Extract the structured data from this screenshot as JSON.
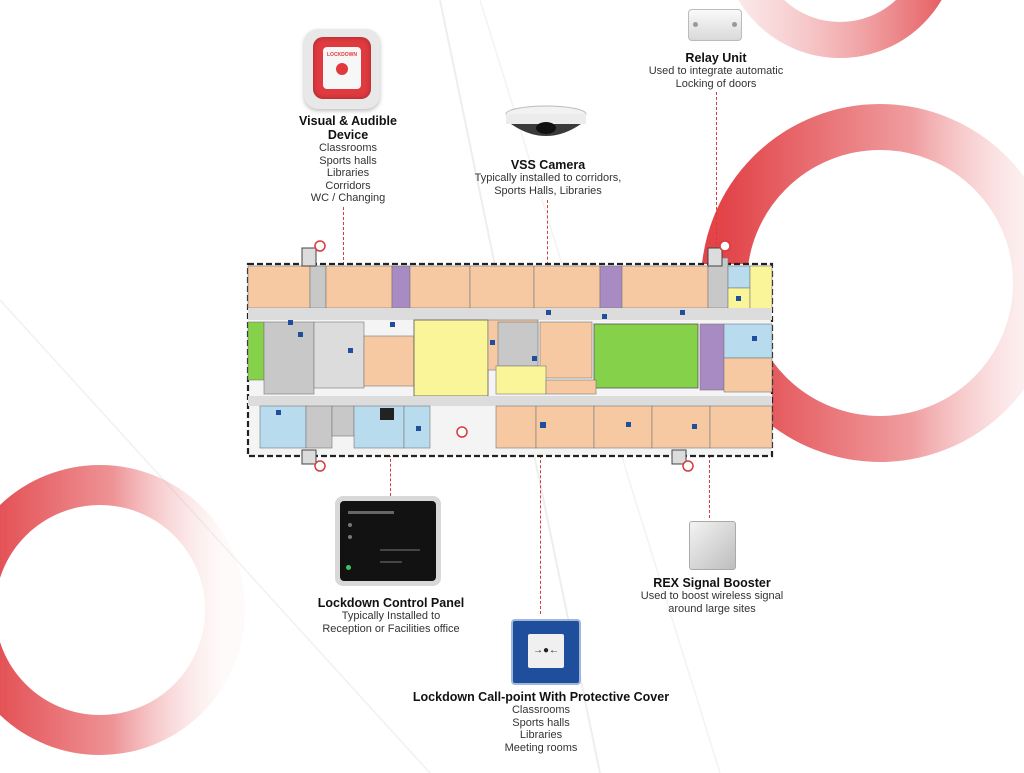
{
  "devices": {
    "visual_audible": {
      "title": "Visual & Audible Device",
      "lines": [
        "Classrooms",
        "Sports halls",
        "Libraries",
        "Corridors",
        "WC / Changing"
      ],
      "device_text": "LOCKDOWN"
    },
    "vss_camera": {
      "title": "VSS Camera",
      "lines": [
        "Typically installed to corridors,",
        "Sports Halls, Libraries"
      ]
    },
    "relay_unit": {
      "title": "Relay Unit",
      "lines": [
        "Used to integrate automatic",
        "Locking of doors"
      ]
    },
    "control_panel": {
      "title": "Lockdown Control Panel",
      "lines": [
        "Typically Installed to",
        "Reception or Facilities office"
      ]
    },
    "rex_booster": {
      "title": "REX Signal Booster",
      "lines": [
        "Used to boost wireless signal",
        "around large sites"
      ]
    },
    "call_point": {
      "title": "Lockdown Call-point  With Protective Cover",
      "lines": [
        "Classrooms",
        "Sports halls",
        "Libraries",
        "Meeting rooms"
      ]
    }
  },
  "colors": {
    "accent": "#e03a3f",
    "room_orange": "#f7c9a3",
    "room_yellow": "#fbf59a",
    "room_green": "#86d14a",
    "room_purple": "#a98bc4",
    "room_blue": "#b9dbee",
    "room_grey": "#c8c8c8"
  }
}
